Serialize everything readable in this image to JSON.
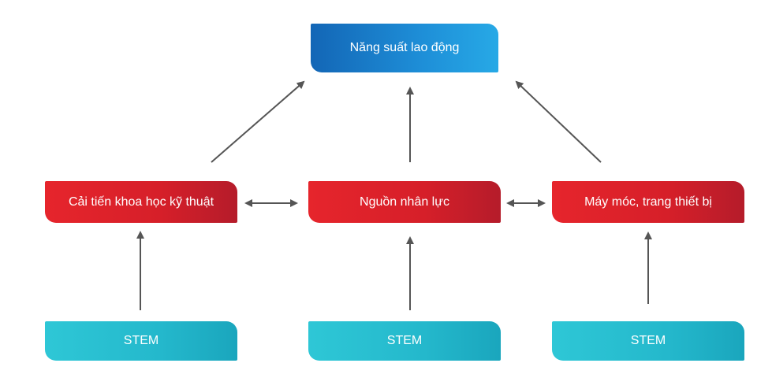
{
  "top": {
    "label": "Năng suất lao động",
    "color": "#1e8fd8"
  },
  "middle": [
    {
      "label": "Cải tiến khoa học kỹ thuật"
    },
    {
      "label": "Nguồn nhân lực"
    },
    {
      "label": "Máy móc, trang thiết bị"
    }
  ],
  "bottom": [
    {
      "label": "STEM"
    },
    {
      "label": "STEM"
    },
    {
      "label": "STEM"
    }
  ],
  "colors": {
    "top": "#1e8fd8",
    "middle": "#d61f29",
    "bottom": "#24b8cc",
    "arrow": "#555555"
  }
}
